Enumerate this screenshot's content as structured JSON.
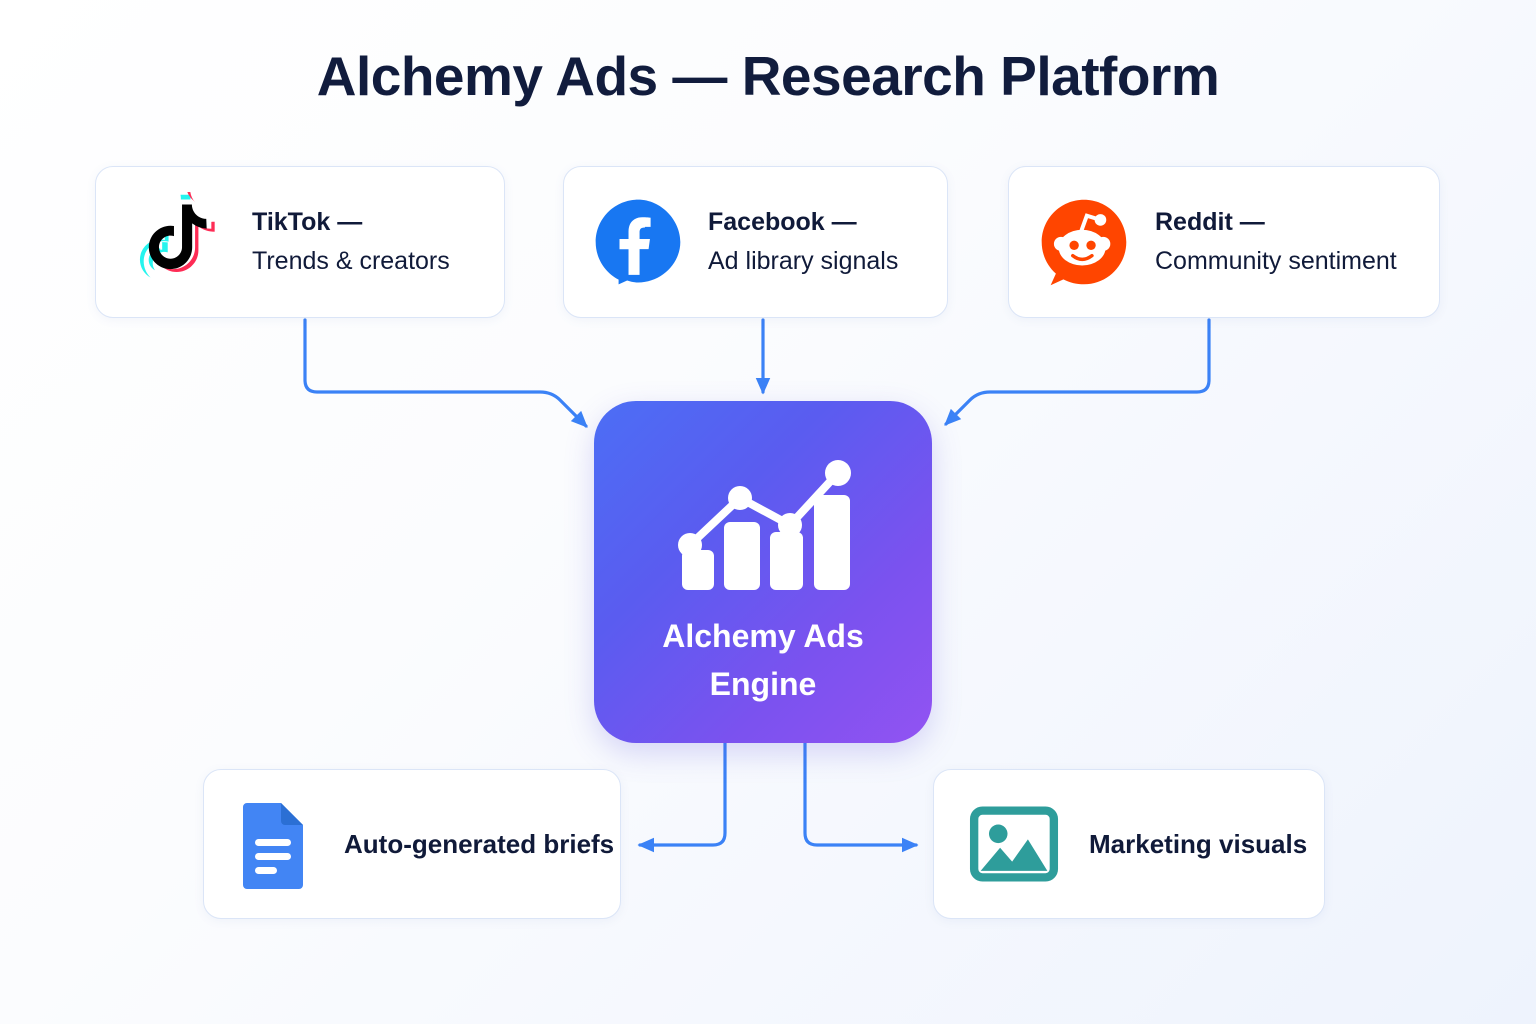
{
  "page": {
    "title": "Alchemy Ads — Research Platform",
    "background_color": "#f4f7fe",
    "accent_color": "#3b82f6",
    "text_color": "#101a39"
  },
  "hub": {
    "icon": "bar-chart-trend-icon",
    "label_line1": "Alchemy Ads",
    "label_line2": "Engine",
    "gradient_from": "#4c6ef5",
    "gradient_to": "#9253f2"
  },
  "sources": [
    {
      "id": "tiktok",
      "icon": "tiktok-icon",
      "title": "TikTok —",
      "subtitle": "Trends & creators",
      "brand_colors": [
        "#25F4EE",
        "#FE2C55",
        "#010101"
      ]
    },
    {
      "id": "facebook",
      "icon": "facebook-icon",
      "title": "Facebook —",
      "subtitle": "Ad library signals",
      "brand_colors": [
        "#1877F2",
        "#ffffff"
      ]
    },
    {
      "id": "reddit",
      "icon": "reddit-icon",
      "title": "Reddit —",
      "subtitle": "Community sentiment",
      "brand_colors": [
        "#FF4500",
        "#ffffff"
      ]
    }
  ],
  "outputs": [
    {
      "id": "briefs",
      "icon": "document-icon",
      "label": "Auto-generated briefs",
      "icon_color": "#4285F4"
    },
    {
      "id": "visuals",
      "icon": "image-icon",
      "label": "Marketing visuals",
      "icon_color": "#2E9D9B"
    }
  ],
  "connectors": [
    {
      "id": "tiktok-to-hub",
      "from": "tiktok",
      "to": "hub",
      "direction": "down-right"
    },
    {
      "id": "facebook-to-hub",
      "from": "facebook",
      "to": "hub",
      "direction": "down"
    },
    {
      "id": "reddit-to-hub",
      "from": "reddit",
      "to": "hub",
      "direction": "down-left"
    },
    {
      "id": "hub-to-briefs",
      "from": "hub",
      "to": "briefs",
      "direction": "left"
    },
    {
      "id": "hub-to-visuals",
      "from": "hub",
      "to": "visuals",
      "direction": "right"
    }
  ]
}
